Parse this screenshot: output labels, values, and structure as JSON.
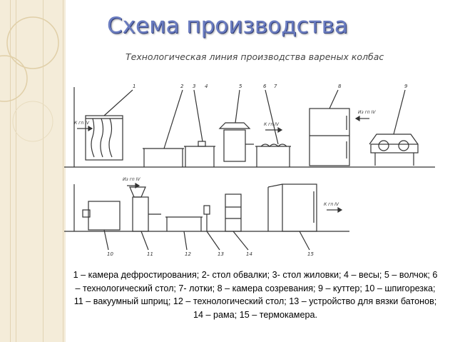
{
  "slide": {
    "title": "Схема производства"
  },
  "figure": {
    "title": "Технологическая линия производства вареных колбас",
    "callouts_top": [
      "1",
      "2",
      "3",
      "4",
      "5",
      "6",
      "7",
      "8",
      "9"
    ],
    "callouts_bottom": [
      "10",
      "11",
      "12",
      "13",
      "14",
      "15"
    ],
    "arrow_labels": [
      "К гп IV",
      "К гп IV",
      "Из гп IV",
      "Из гп IV",
      "К гп IV"
    ]
  },
  "caption": {
    "text": "1 – камера дефростирования; 2- стол обвалки; 3- стол жиловки; 4 – весы; 5 – волчок; 6 – технологический стол; 7- лотки; 8 – камера созревания; 9 – куттер; 10 – шпигорезка; 11 – вакуумный шприц; 12 – технологический стол; 13 – устройство для вязки батонов; 14 – рама; 15 – термокамера."
  },
  "colors": {
    "strip": "#f4ecd9",
    "title": "#6a7cc0",
    "line": "#333333"
  }
}
